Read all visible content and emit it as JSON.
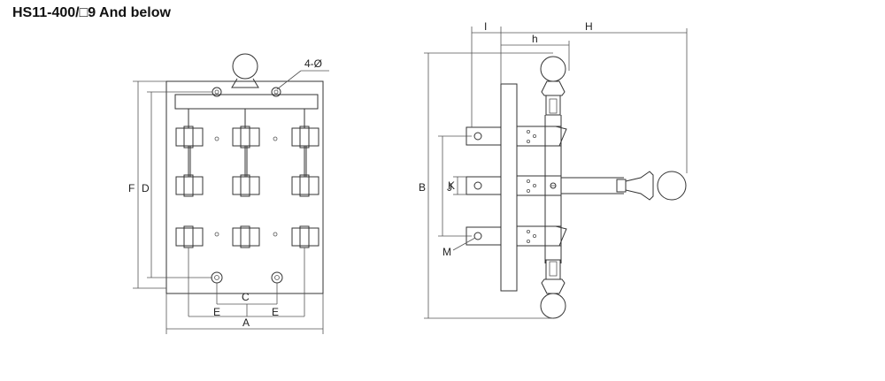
{
  "title": "HS11-400/□9 And below",
  "front_view": {
    "labels": {
      "holes": "4-Ø",
      "F": "F",
      "D": "D",
      "C": "C",
      "E_left": "E",
      "E_right": "E",
      "A": "A"
    }
  },
  "side_view": {
    "labels": {
      "I": "I",
      "h": "h",
      "H": "H",
      "B": "B",
      "J": "J",
      "K": "K",
      "M": "M"
    }
  },
  "colors": {
    "line": "#333333",
    "fill_light": "#f7f7f7",
    "fill_dark": "#e0e0e0"
  }
}
